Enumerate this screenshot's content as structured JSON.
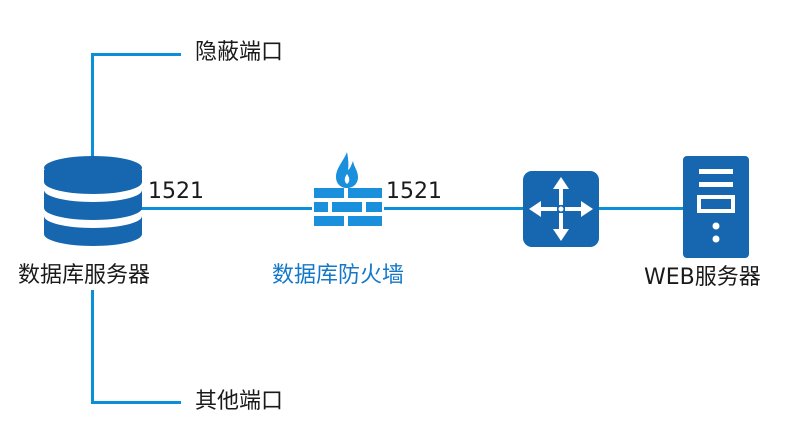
{
  "colors": {
    "line": "#0a8fd8",
    "icon": "#1666b0",
    "firewall": "#1a8fdc",
    "text": "#1a1a1a",
    "firewall_text": "#1478c8"
  },
  "top_branch": {
    "label": "隐蔽端口"
  },
  "bottom_branch": {
    "label": "其他端口"
  },
  "nodes": {
    "database": {
      "label": "数据库服务器",
      "icon": "database-icon"
    },
    "firewall": {
      "label": "数据库防火墙",
      "icon": "firewall-icon"
    },
    "router": {
      "label": "",
      "icon": "router-icon"
    },
    "web_server": {
      "label": "WEB服务器",
      "icon": "server-icon"
    }
  },
  "ports": {
    "db_to_firewall": "1521",
    "firewall_to_router": "1521"
  }
}
